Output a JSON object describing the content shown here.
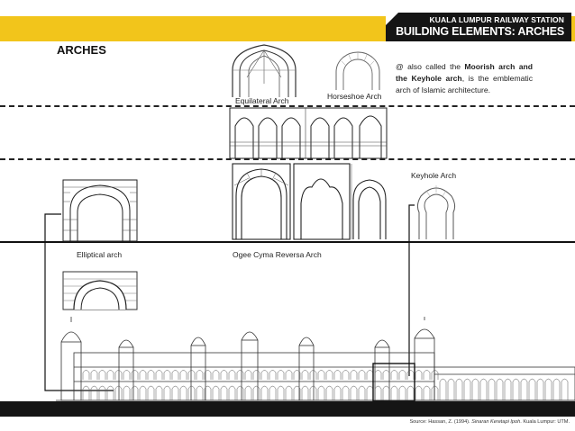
{
  "header": {
    "title_line1": "KUALA LUMPUR RAILWAY STATION",
    "title_line2": "BUILDING ELEMENTS: ARCHES"
  },
  "section_title": "ARCHES",
  "labels": {
    "equilateral": "Equilateral Arch",
    "horseshoe": "Horseshoe Arch",
    "keyhole": "Keyhole Arch",
    "elliptical": "Elliptical arch",
    "ogee": "Ogee Cyma Reversa Arch"
  },
  "note": {
    "prefix": "@ also called the ",
    "bold": "Moorish arch and the Keyhole arch",
    "suffix": ", is the emblematic arch of Islamic architecture."
  },
  "source": {
    "prefix": "Source: Hassan, Z. (1994). ",
    "italic": "Sinaran Keretapi Ipoh",
    "suffix": ". Kuala Lumpur: UTM."
  },
  "colors": {
    "accent": "#f2c51b",
    "dark": "#151515"
  }
}
